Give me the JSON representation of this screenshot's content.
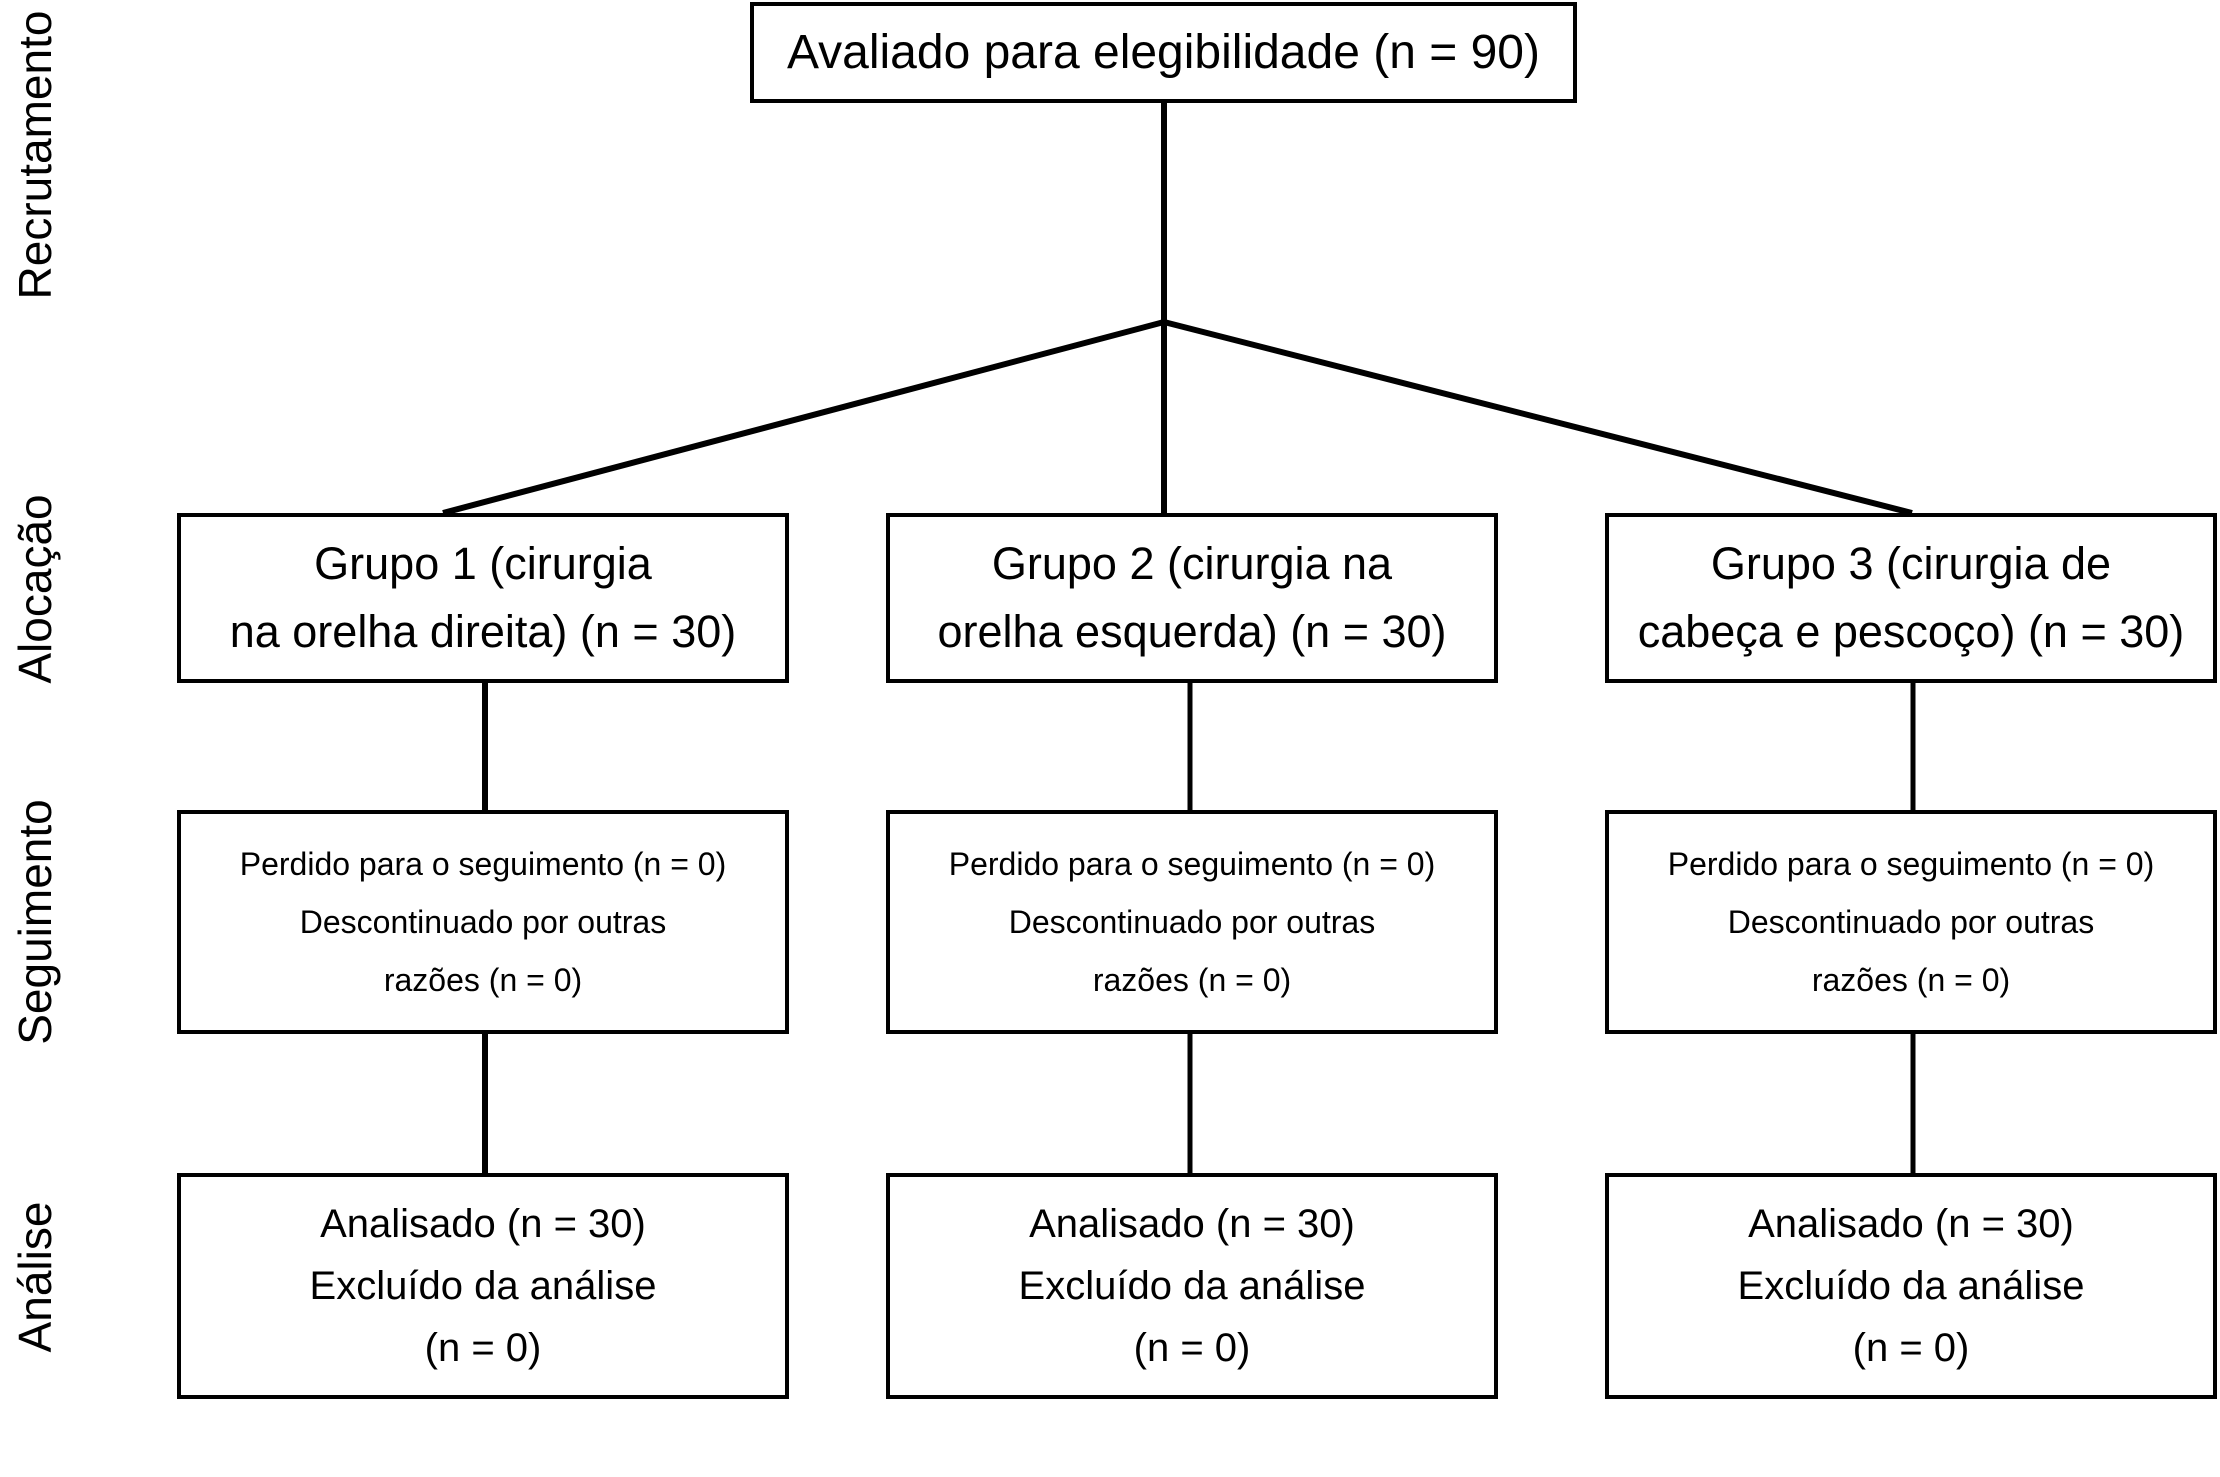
{
  "stages": {
    "recruitment": "Recrutamento",
    "allocation": "Alocação",
    "followup": "Seguimento",
    "analysis": "Análise"
  },
  "eligibility": {
    "label": "Avaliado para elegibilidade (n = 90)"
  },
  "groups": [
    {
      "allocation": [
        "Grupo 1 (cirurgia",
        "na orelha direita) (n = 30)"
      ],
      "followup": [
        "Perdido para o seguimento (n = 0)",
        "Descontinuado por outras",
        "razões (n = 0)"
      ],
      "analysis": [
        "Analisado (n = 30)",
        "Excluído da análise",
        "(n = 0)"
      ]
    },
    {
      "allocation": [
        "Grupo 2 (cirurgia na",
        "orelha esquerda) (n = 30)"
      ],
      "followup": [
        "Perdido para o seguimento (n = 0)",
        "Descontinuado por outras",
        "razões (n = 0)"
      ],
      "analysis": [
        "Analisado (n = 30)",
        "Excluído da análise",
        "(n = 0)"
      ]
    },
    {
      "allocation": [
        "Grupo 3 (cirurgia de",
        "cabeça e pescoço) (n = 30)"
      ],
      "followup": [
        "Perdido para o seguimento (n = 0)",
        "Descontinuado por outras",
        "razões (n = 0)"
      ],
      "analysis": [
        "Analisado (n = 30)",
        "Excluído da análise",
        "(n = 0)"
      ]
    }
  ]
}
